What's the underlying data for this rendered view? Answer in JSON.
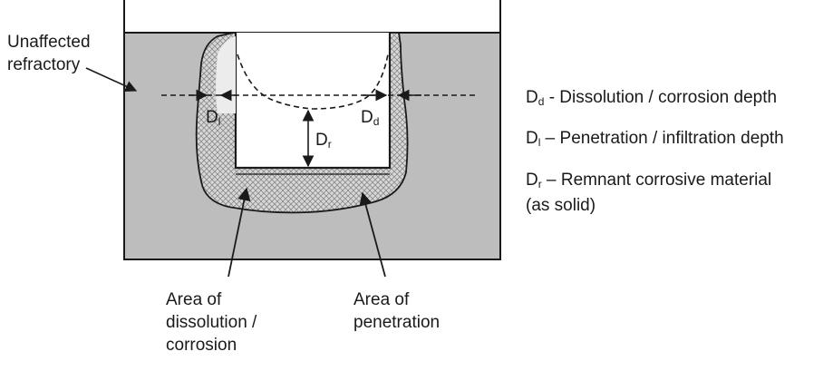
{
  "labels": {
    "unaffected": [
      "Unaffected",
      "refractory"
    ],
    "dissolution_area": [
      "Area of",
      "dissolution /",
      "corrosion"
    ],
    "penetration_area": [
      "Area of",
      "penetration"
    ],
    "dims": {
      "dl": {
        "main": "D",
        "sub": "l"
      },
      "dd": {
        "main": "D",
        "sub": "d"
      },
      "dr": {
        "main": "D",
        "sub": "r"
      }
    }
  },
  "legend": [
    {
      "main": "D",
      "sub": "d",
      "text": " - Dissolution / corrosion depth"
    },
    {
      "main": "D",
      "sub": "l",
      "text": " – Penetration / infiltration depth"
    },
    {
      "main": "D",
      "sub": "r",
      "text": " – Remnant corrosive material"
    },
    {
      "main": "",
      "sub": "",
      "text": "(as solid)"
    }
  ],
  "colors": {
    "refractory": "#bdbdbd",
    "penetration_zone": "#dcdcdc",
    "line": "#1a1a1a",
    "cavity": "#ffffff"
  }
}
